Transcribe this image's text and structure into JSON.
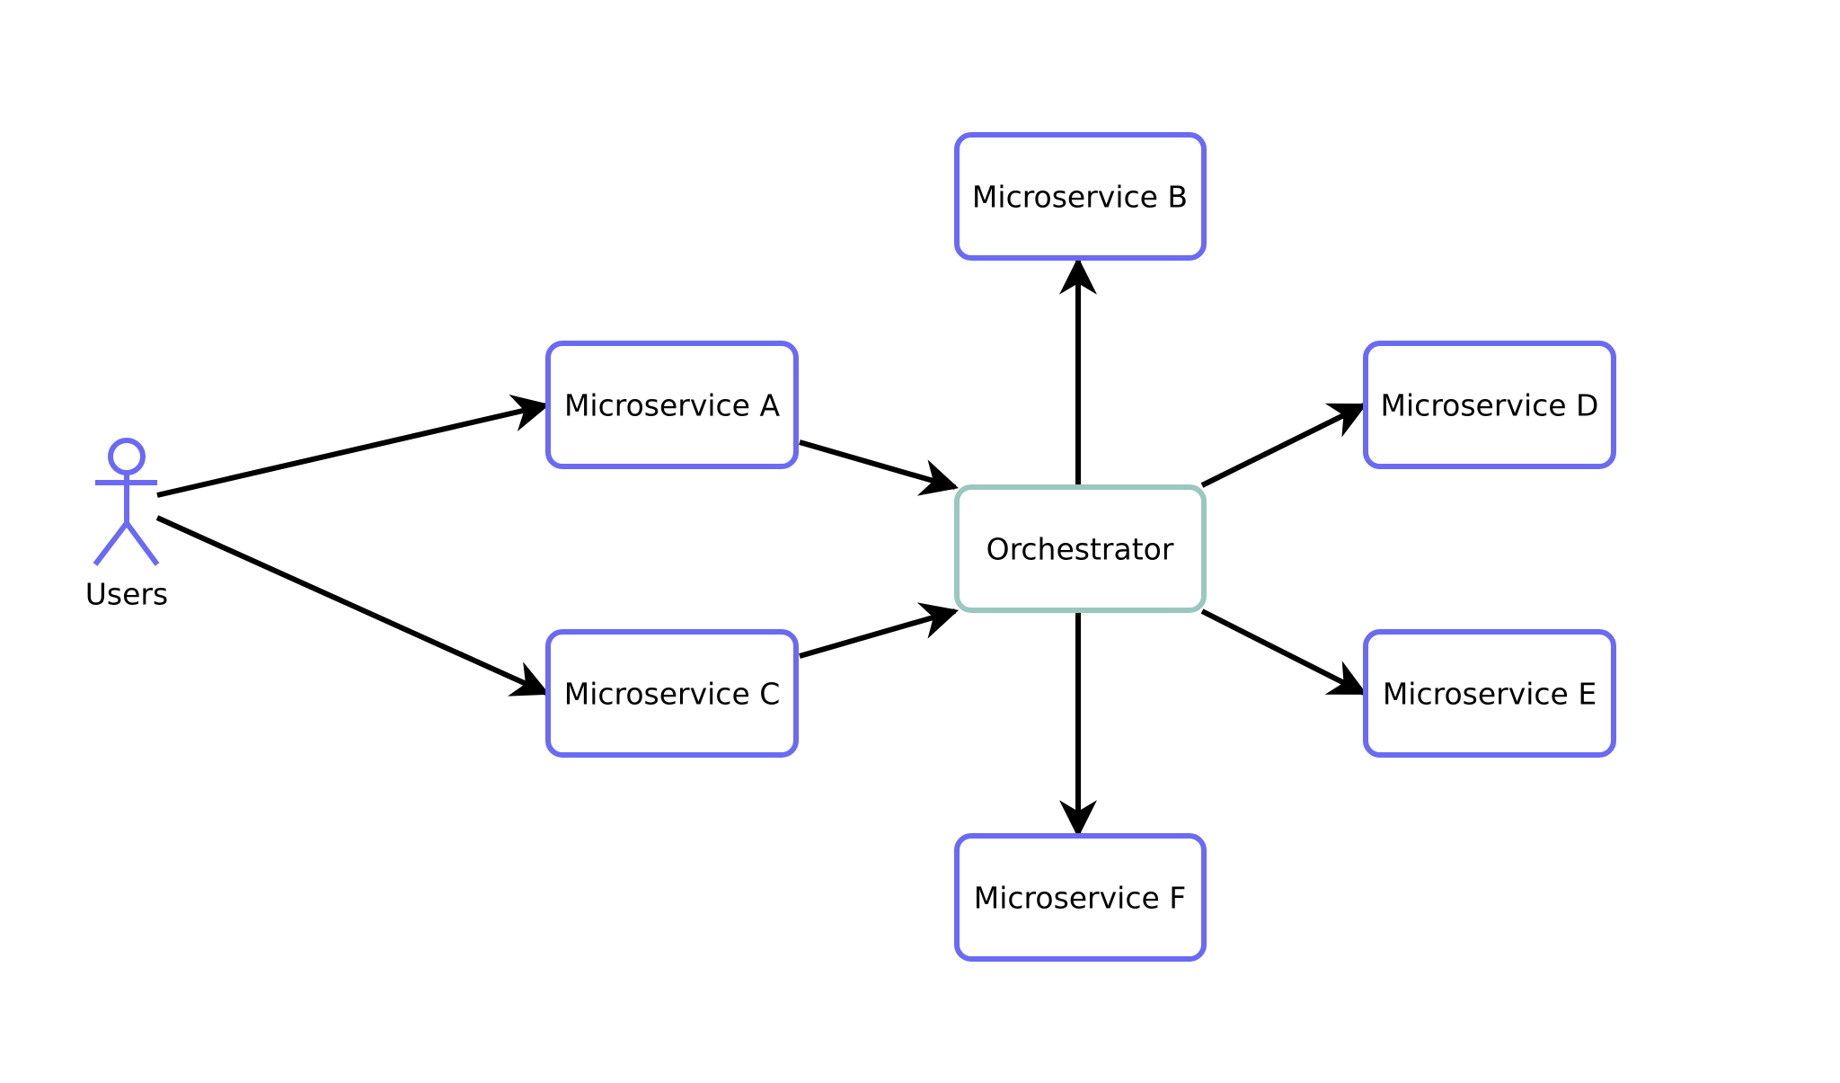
{
  "diagram": {
    "actor": {
      "id": "users",
      "label": "Users",
      "icon": "stick-figure-icon"
    },
    "nodes": [
      {
        "id": "ms_a",
        "label": "Microservice A",
        "kind": "service"
      },
      {
        "id": "ms_b",
        "label": "Microservice B",
        "kind": "service"
      },
      {
        "id": "ms_c",
        "label": "Microservice C",
        "kind": "service"
      },
      {
        "id": "orch",
        "label": "Orchestrator",
        "kind": "orchestrator"
      },
      {
        "id": "ms_d",
        "label": "Microservice D",
        "kind": "service"
      },
      {
        "id": "ms_e",
        "label": "Microservice E",
        "kind": "service"
      },
      {
        "id": "ms_f",
        "label": "Microservice F",
        "kind": "service"
      }
    ],
    "edges": [
      {
        "from": "users",
        "to": "ms_a"
      },
      {
        "from": "users",
        "to": "ms_c"
      },
      {
        "from": "ms_a",
        "to": "orch"
      },
      {
        "from": "ms_c",
        "to": "orch"
      },
      {
        "from": "orch",
        "to": "ms_b"
      },
      {
        "from": "orch",
        "to": "ms_d"
      },
      {
        "from": "orch",
        "to": "ms_e"
      },
      {
        "from": "orch",
        "to": "ms_f"
      }
    ]
  },
  "colors": {
    "service_border": "#6a6af4",
    "orchestrator_border": "#9ac7bf",
    "actor": "#6a6af4",
    "edge": "#000000",
    "text": "#000000"
  }
}
